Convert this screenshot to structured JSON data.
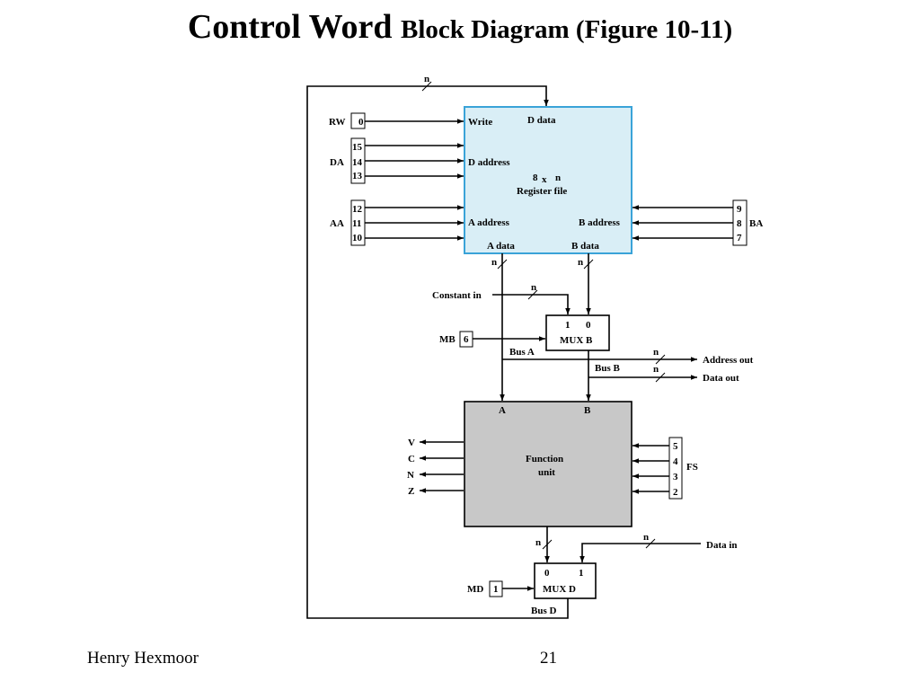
{
  "slide": {
    "title_main": "Control Word",
    "title_sub": "Block Diagram (Figure 10-11)",
    "author": "Henry Hexmoor",
    "page_number": "21"
  },
  "colors": {
    "register_file_fill": "#d9eef6",
    "register_file_stroke": "#3aa3d8",
    "function_unit_fill": "#c8c8c8"
  },
  "diagram": {
    "register_file": {
      "write": "Write",
      "d_data": "D data",
      "d_address": "D address",
      "size_8": "8",
      "size_x": "x",
      "size_n": "n",
      "name": "Register file",
      "a_address": "A address",
      "b_address": "B address",
      "a_data": "A data",
      "b_data": "B data"
    },
    "control_fields": {
      "rw": {
        "label": "RW",
        "bits": [
          "0"
        ]
      },
      "da": {
        "label": "DA",
        "bits": [
          "15",
          "14",
          "13"
        ]
      },
      "aa": {
        "label": "AA",
        "bits": [
          "12",
          "11",
          "10"
        ]
      },
      "ba": {
        "label": "BA",
        "bits": [
          "9",
          "8",
          "7"
        ]
      },
      "mb": {
        "label": "MB",
        "bits": [
          "6"
        ]
      },
      "fs": {
        "label": "FS",
        "bits": [
          "5",
          "4",
          "3",
          "2"
        ]
      },
      "md": {
        "label": "MD",
        "bits": [
          "1"
        ]
      }
    },
    "mux_b": {
      "input_1": "1",
      "input_0": "0",
      "name": "MUX B"
    },
    "mux_d": {
      "input_0": "0",
      "input_1": "1",
      "name": "MUX D"
    },
    "function_unit": {
      "name_line1": "Function",
      "name_line2": "unit",
      "input_a": "A",
      "input_b": "B"
    },
    "status_flags": [
      "V",
      "C",
      "N",
      "Z"
    ],
    "signals": {
      "constant_in": "Constant in",
      "bus_a": "Bus A",
      "bus_b": "Bus B",
      "bus_d": "Bus D",
      "address_out": "Address out",
      "data_out": "Data out",
      "data_in": "Data in",
      "width": "n"
    }
  }
}
